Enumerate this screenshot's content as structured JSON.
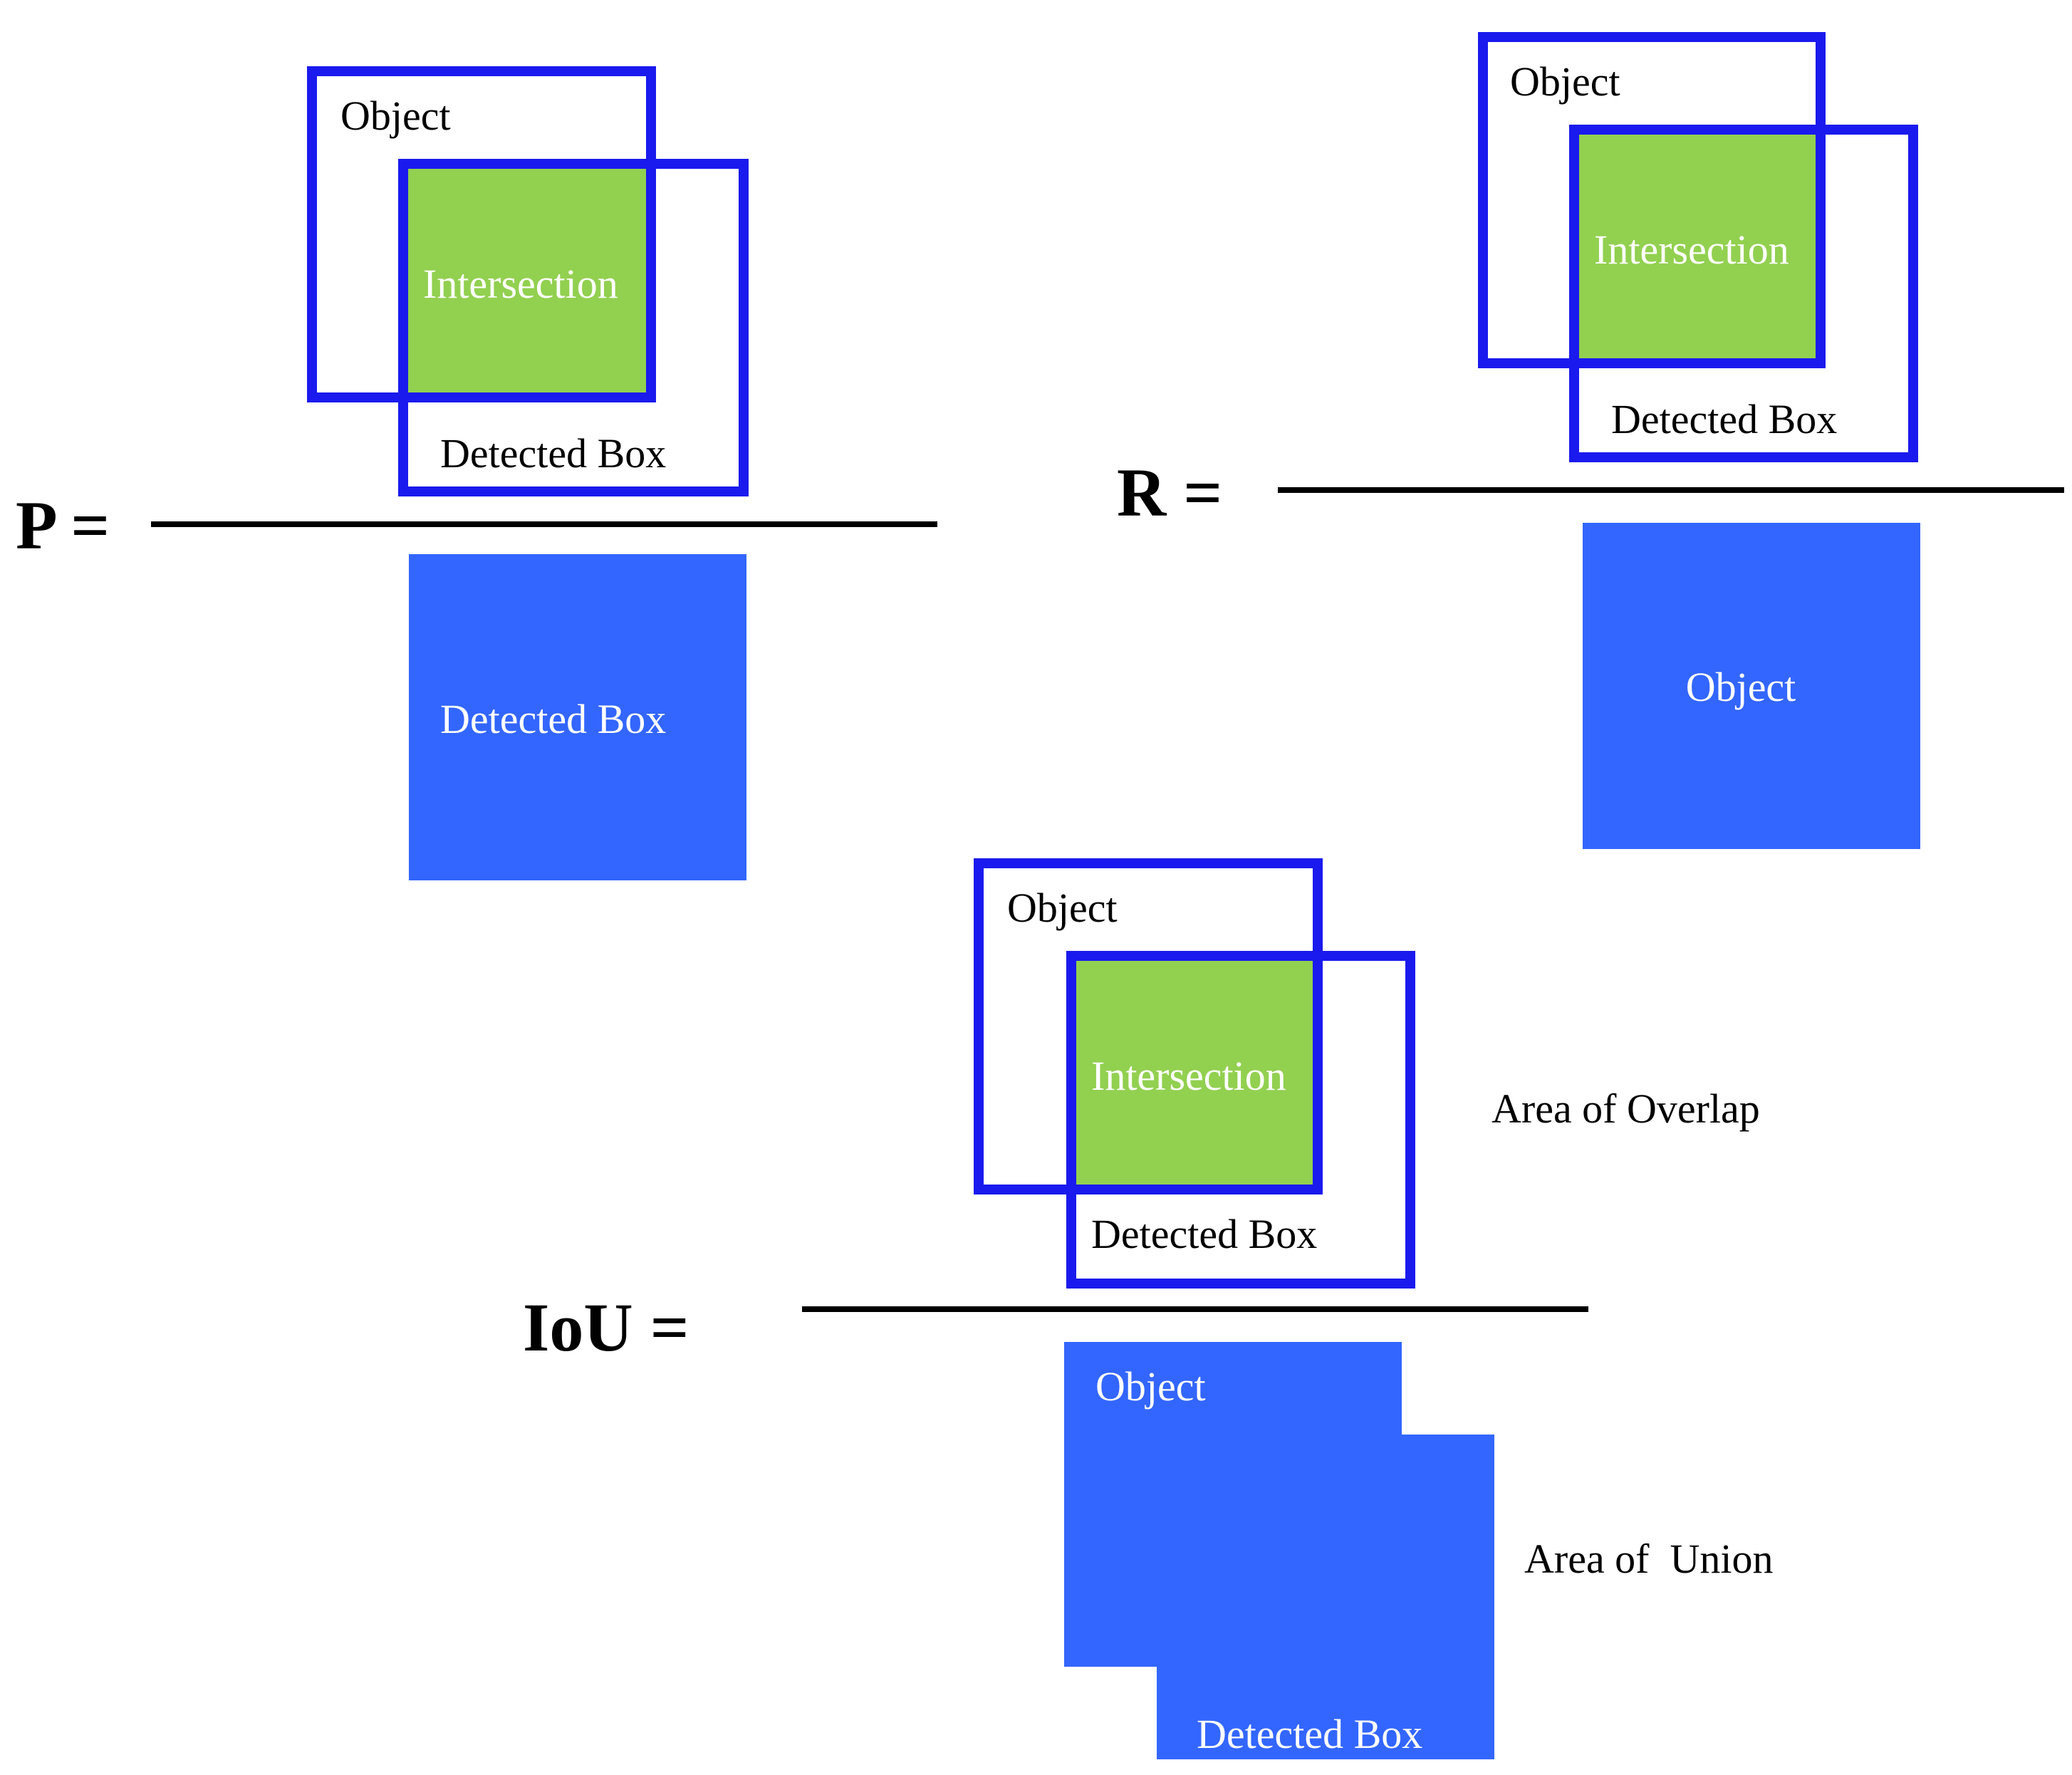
{
  "colors": {
    "outline_blue": "#1a1aee",
    "fill_blue": "#3366ff",
    "intersection_green": "#92d050",
    "text_dark": "#000000",
    "text_light": "#ffffff",
    "rule": "#000000"
  },
  "precision": {
    "formula_label": "P =",
    "numerator": {
      "object_label": "Object",
      "intersection_label": "Intersection",
      "detected_label": "Detected Box"
    },
    "denominator": {
      "label": "Detected Box"
    }
  },
  "recall": {
    "formula_label": "R =",
    "numerator": {
      "object_label": "Object",
      "intersection_label": "Intersection",
      "detected_label": "Detected Box"
    },
    "denominator": {
      "label": "Object"
    }
  },
  "iou": {
    "formula_label": "IoU =",
    "numerator": {
      "object_label": "Object",
      "intersection_label": "Intersection",
      "detected_label": "Detected Box",
      "caption": "Area of Overlap"
    },
    "denominator": {
      "object_label": "Object",
      "detected_label": "Detected Box",
      "caption": "Area of  Union"
    }
  }
}
